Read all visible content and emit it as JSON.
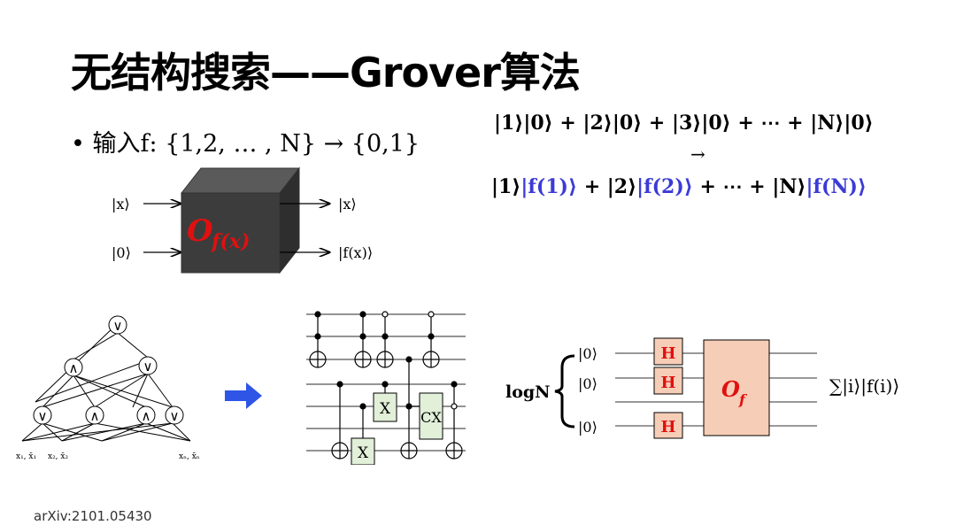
{
  "slide": {
    "title": "无结构搜索——Grover算法",
    "bullet_text": "输入f: {1,2, … , N}  → {0,1}",
    "equation_line1": "|1⟩|0⟩ + |2⟩|0⟩ + |3⟩|0⟩ + ⋯ + |N⟩|0⟩",
    "equation_arrow": "→",
    "equation_line2": {
      "p1": "|1⟩",
      "p2": "|f(1)⟩",
      "p3": " + |2⟩",
      "p4": "|f(2)⟩",
      "p5": " + ⋯ + |N⟩",
      "p6": "|f(N)⟩"
    },
    "reference": "arXiv:2101.05430"
  },
  "oracle_box": {
    "input_top": "|x⟩",
    "input_bottom": "|0⟩",
    "output_top": "|x⟩",
    "output_bottom": "|f(x)⟩",
    "label_main": "O",
    "label_sub": "f(x)"
  },
  "logic_tree": {
    "or_symbol": "∨",
    "and_symbol": "∧",
    "leaf1": "x₁, x̄₁",
    "leaf2": "x₂, x̄₂",
    "leaf3": "xₙ, x̄ₙ"
  },
  "circuit": {
    "gate_x1": "X",
    "gate_x2": "X",
    "gate_cx": "CX"
  },
  "grover": {
    "brace_label": "logN",
    "ket1": "|0⟩",
    "ket2": "|0⟩",
    "ket3": "|0⟩",
    "h_label": "H",
    "oracle_main": "O",
    "oracle_sub": "f",
    "output": "∑|i⟩|f(i)⟩"
  },
  "colors": {
    "blue_text": "#3b3bd6",
    "oracle_red": "#e01010",
    "h_box_fill": "#f6cdb6",
    "gate_green_fill": "#e2efd9",
    "arrow_blue": "#2e55e6"
  }
}
